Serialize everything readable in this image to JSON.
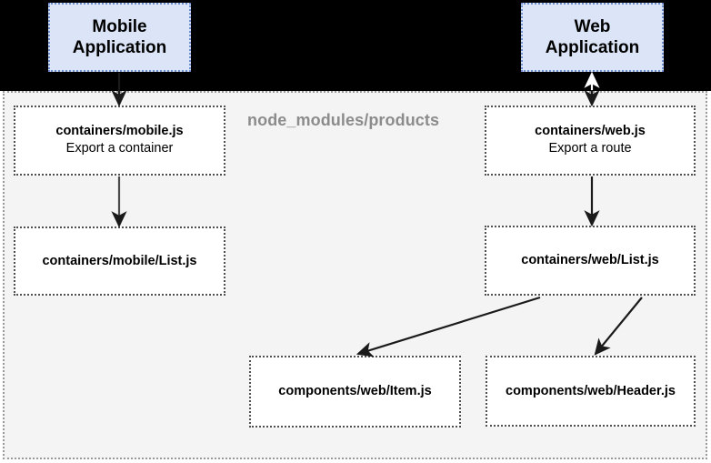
{
  "diagram": {
    "title": "node_modules/products",
    "panel_label": "node_modules/products",
    "colors": {
      "header_band": "#000000",
      "panel_background": "#f4f4f4",
      "panel_border": "#9a9a9a",
      "app_box_fill": "#dbe5f7",
      "app_box_border": "#6d8fd0",
      "file_box_fill": "#ffffff",
      "file_box_border": "#4f4f4f",
      "panel_label_text": "#8c8c8c",
      "arrow": "#000000",
      "arrow_outlined": "#ffffff"
    },
    "apps": [
      {
        "id": "mobile-application",
        "label": "Mobile\nApplication",
        "line1": "Mobile",
        "line2": "Application"
      },
      {
        "id": "web-application",
        "label": "Web\nApplication",
        "line1": "Web",
        "line2": "Application"
      }
    ],
    "files": [
      {
        "id": "containers-mobile-js",
        "title": "containers/mobile.js",
        "subtitle": "Export a container"
      },
      {
        "id": "containers-web-js",
        "title": "containers/web.js",
        "subtitle": "Export a route"
      },
      {
        "id": "containers-mobile-list-js",
        "title": "containers/mobile/List.js",
        "subtitle": ""
      },
      {
        "id": "containers-web-list-js",
        "title": "containers/web/List.js",
        "subtitle": ""
      },
      {
        "id": "components-web-item-js",
        "title": "components/web/Item.js",
        "subtitle": ""
      },
      {
        "id": "components-web-header-js",
        "title": "components/web/Header.js",
        "subtitle": ""
      }
    ],
    "edges": [
      {
        "id": "mobile-app-to-containers-mobile",
        "from": "mobile-application",
        "to": "containers-mobile-js",
        "style": "solid",
        "heads": "single"
      },
      {
        "id": "web-app-to-containers-web",
        "from": "web-application",
        "to": "containers-web-js",
        "style": "outlined",
        "heads": "double"
      },
      {
        "id": "containers-mobile-to-mobile-list",
        "from": "containers-mobile-js",
        "to": "containers-mobile-list-js",
        "style": "solid",
        "heads": "single"
      },
      {
        "id": "containers-web-to-web-list",
        "from": "containers-web-js",
        "to": "containers-web-list-js",
        "style": "solid",
        "heads": "single"
      },
      {
        "id": "web-list-to-item",
        "from": "containers-web-list-js",
        "to": "components-web-item-js",
        "style": "solid",
        "heads": "single"
      },
      {
        "id": "web-list-to-header",
        "from": "containers-web-list-js",
        "to": "components-web-header-js",
        "style": "solid",
        "heads": "single"
      }
    ]
  }
}
